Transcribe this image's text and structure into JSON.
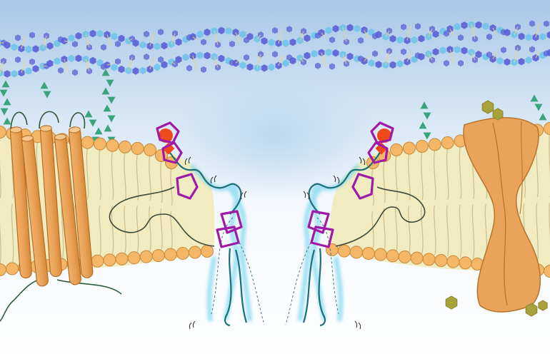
{
  "figure": {
    "caption": "",
    "layers": [
      "extracellular-matrix",
      "lipid-bilayer-left",
      "lipid-bilayer-right",
      "membrane-protein-helices",
      "channel-protein",
      "glycan-chains",
      "peptide-pores"
    ]
  },
  "colors": {
    "background_top": "#a9c7e6",
    "background_mid": "#d7e7f5",
    "background_bottom": "#ffffff",
    "bilayer_fill": "#f0ecc0",
    "lipid_head": "#f4b768",
    "lipid_head_stroke": "#c98a3a",
    "lipid_tail": "#c9b98c",
    "helix_protein": "#e8a055",
    "helix_stroke": "#b56d25",
    "channel_protein": "#eaa35a",
    "channel_stroke": "#b8742d",
    "fiber_blue_light": "#6fc3ea",
    "fiber_blue_dark": "#5a5fd6",
    "glycan_green": "#3aa57c",
    "peptide_magenta": "#a01aa8",
    "peptide_red": "#f04a1a",
    "peptide_chain": "#1a6f7a",
    "peptide_glow": "#7fd8f2",
    "loop_line": "#3c4a3c",
    "olive_hex": "#a8a23a"
  }
}
